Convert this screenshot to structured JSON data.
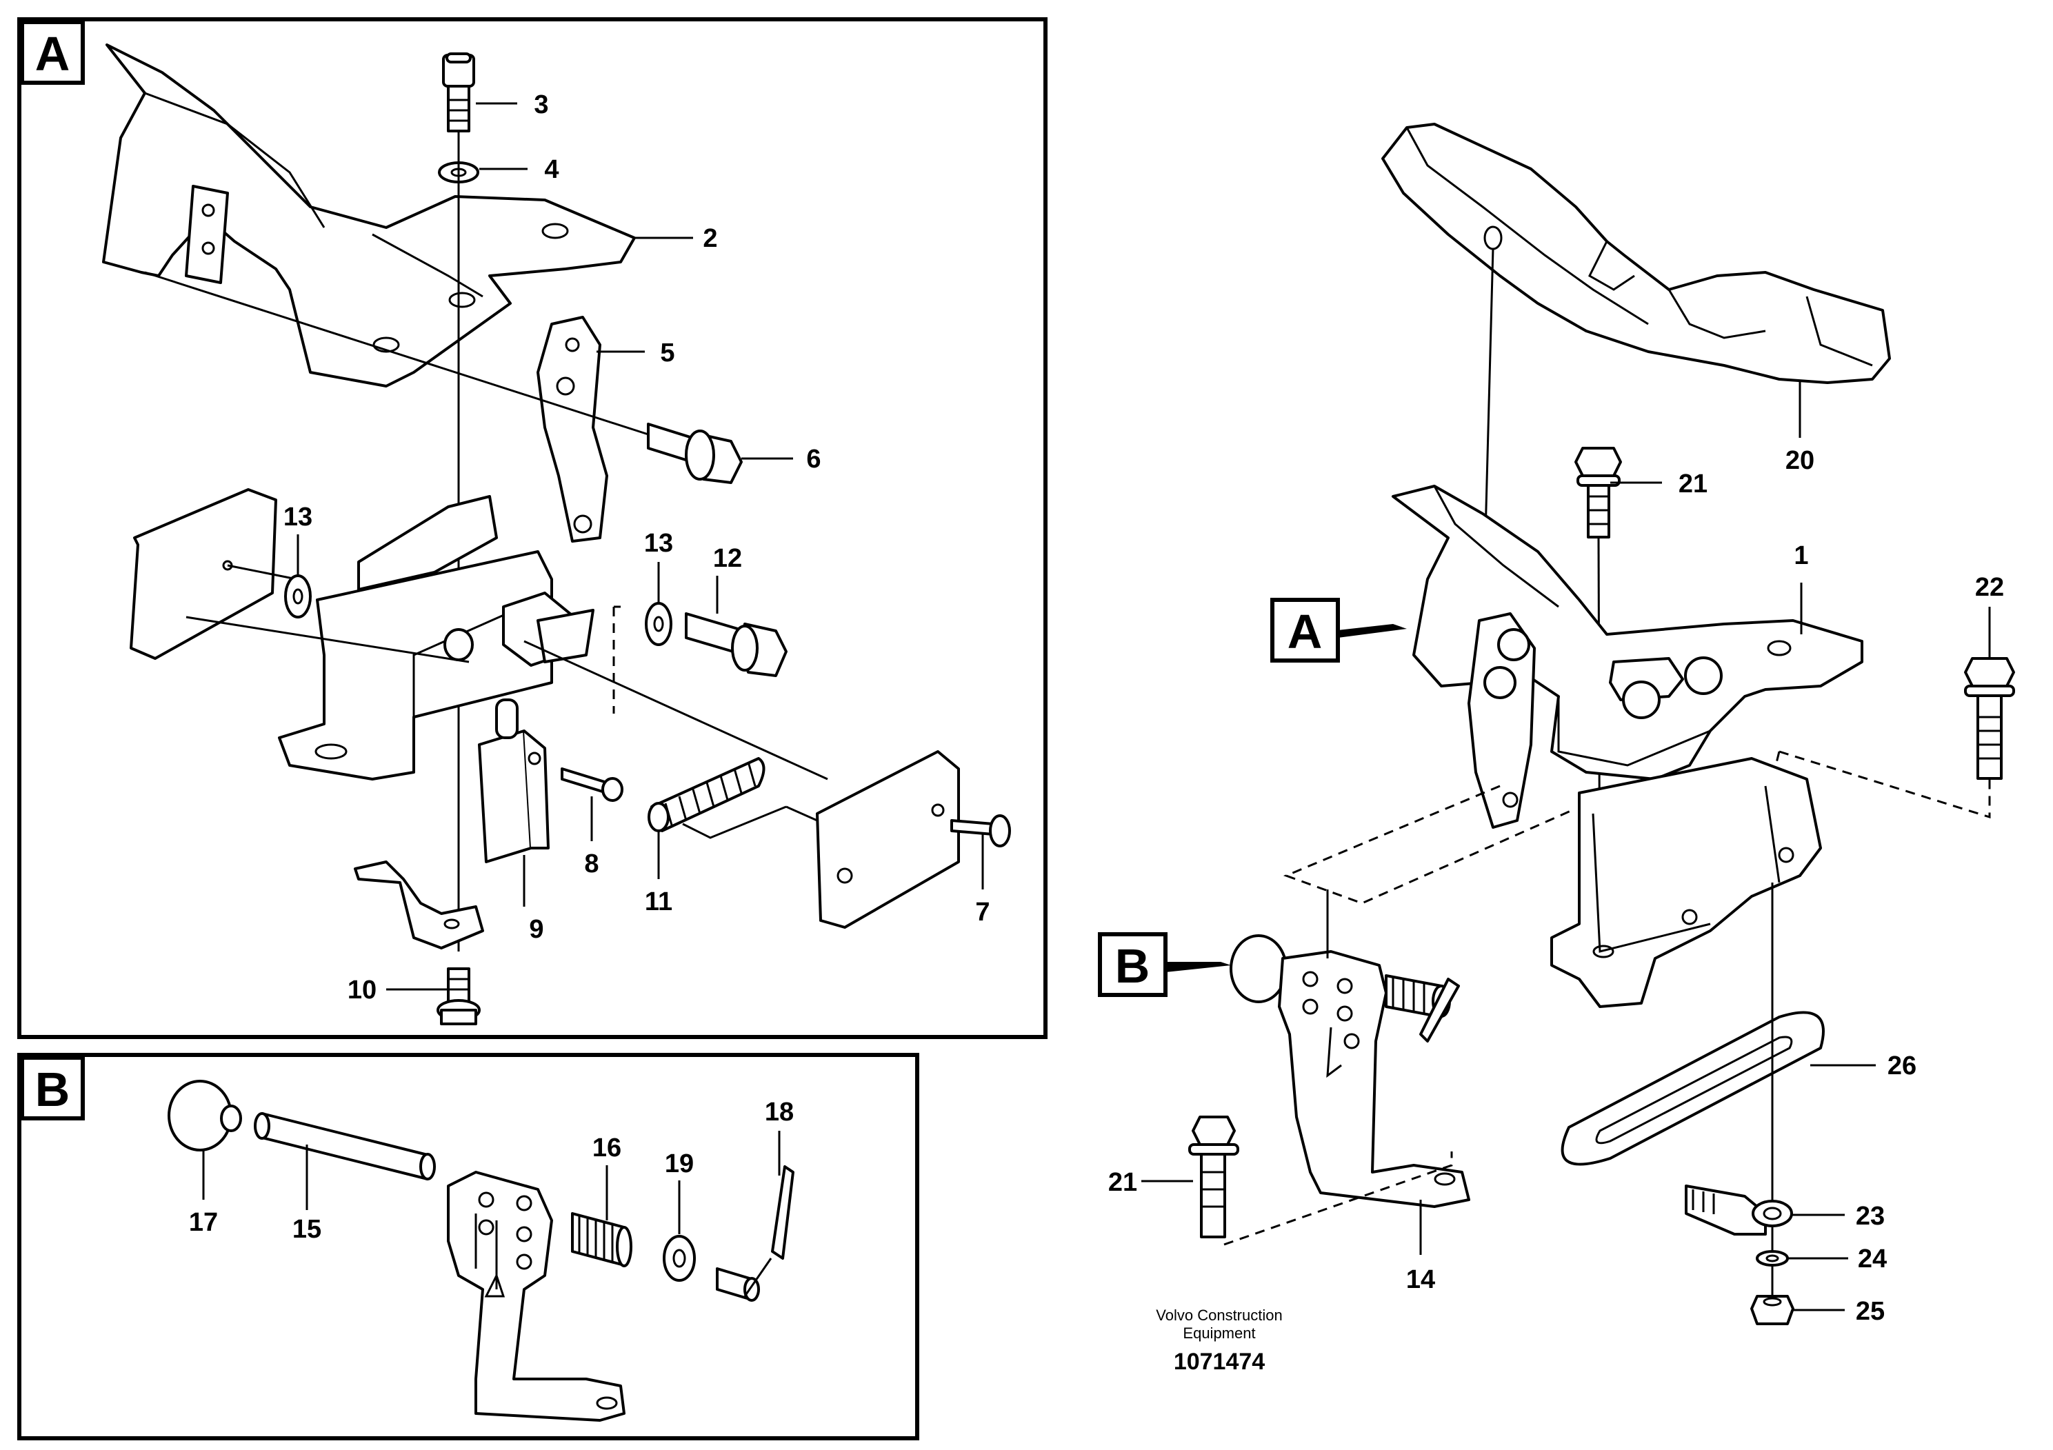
{
  "panels": {
    "a": {
      "badge": "A"
    },
    "b": {
      "badge": "B"
    }
  },
  "callouts": {
    "a": {
      "badge": "A"
    },
    "b": {
      "badge": "B"
    }
  },
  "labels": {
    "p1": "1",
    "p2": "2",
    "p3": "3",
    "p4": "4",
    "p5": "5",
    "p6": "6",
    "p7": "7",
    "p8": "8",
    "p9": "9",
    "p10": "10",
    "p11": "11",
    "p12": "12",
    "p13a": "13",
    "p13b": "13",
    "p14": "14",
    "p15": "15",
    "p16": "16",
    "p17": "17",
    "p18": "18",
    "p19": "19",
    "p20": "20",
    "p21a": "21",
    "p21b": "21",
    "p22": "22",
    "p23": "23",
    "p24": "24",
    "p25": "25",
    "p26": "26"
  },
  "footer": {
    "line1": "Volvo Construction",
    "line2": "Equipment",
    "number": "1071474"
  }
}
